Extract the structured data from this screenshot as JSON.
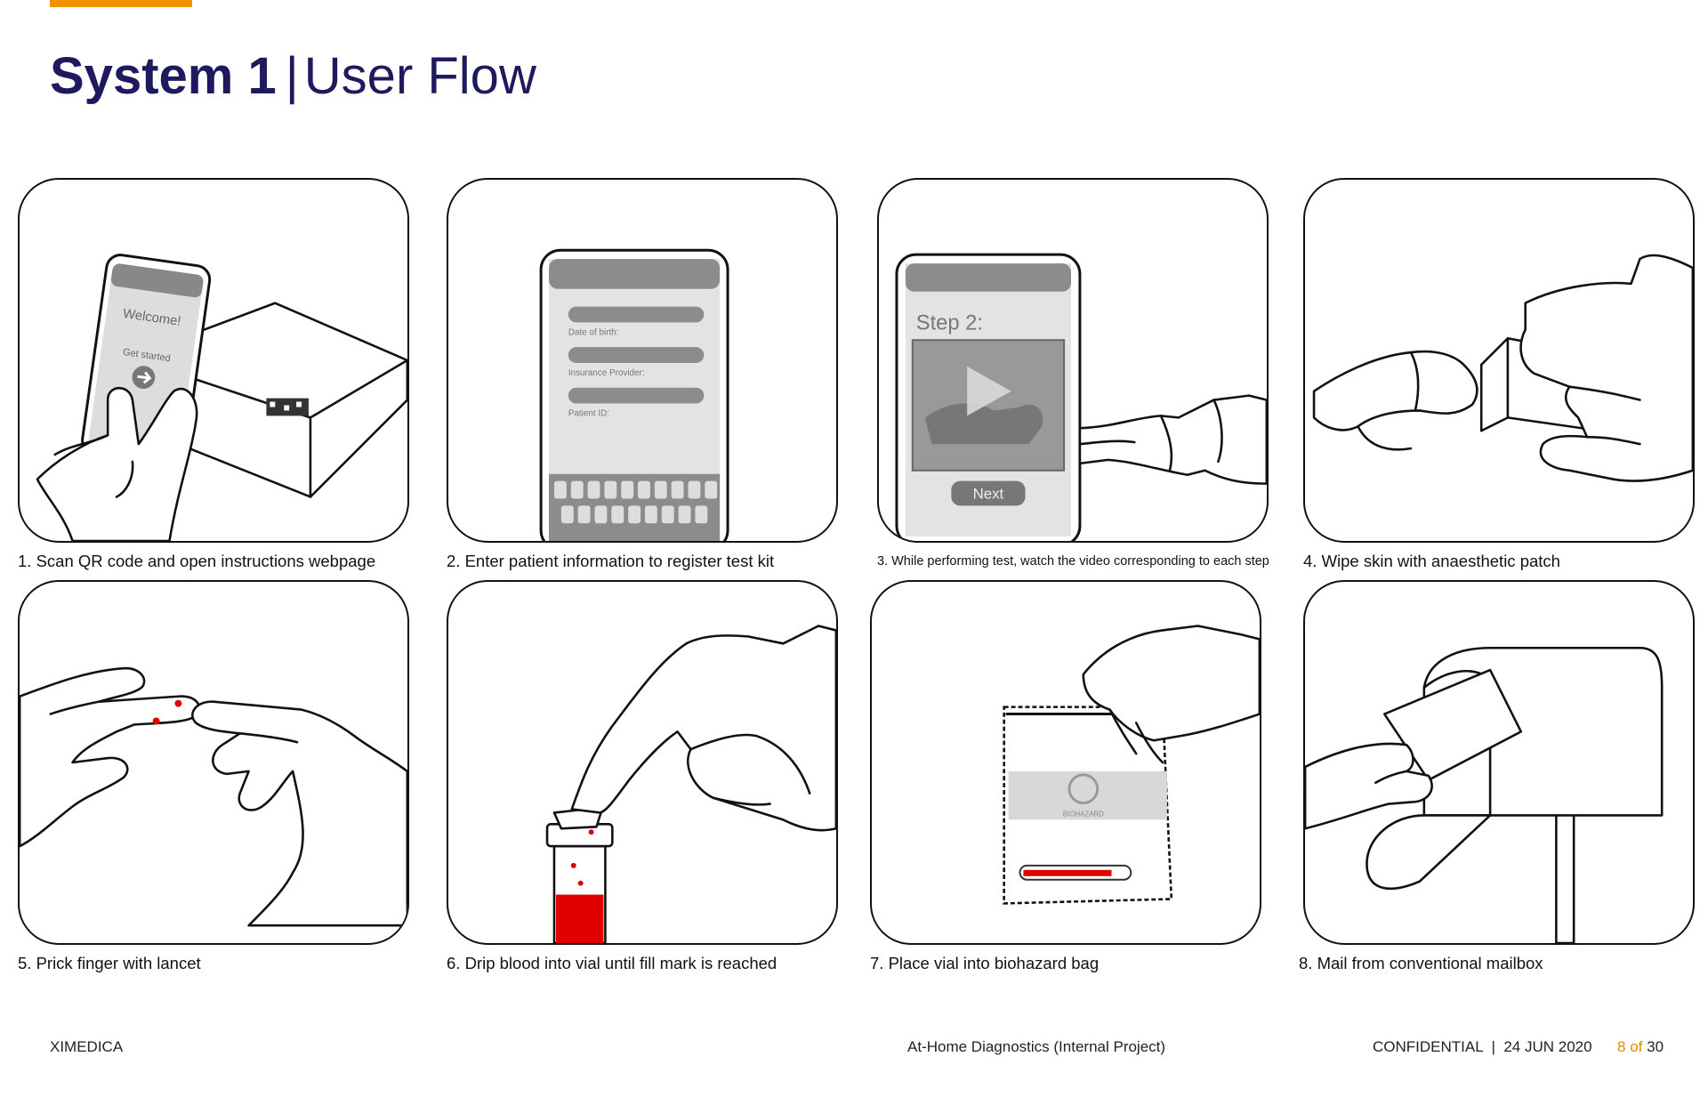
{
  "header": {
    "title_bold": "System 1",
    "title_separator": "|",
    "title_rest": "User Flow"
  },
  "steps": [
    {
      "caption": "1. Scan QR code and open instructions webpage",
      "phone_title": "Welcome!",
      "phone_sub": "Get started"
    },
    {
      "caption": "2. Enter patient information to register test kit",
      "fields": [
        "Date of birth:",
        "Insurance Provider:",
        "Patient ID:"
      ]
    },
    {
      "caption": "3. While performing test, watch the video corresponding to each step",
      "phone_title": "Step 2:",
      "button": "Next"
    },
    {
      "caption": "4. Wipe skin with anaesthetic patch"
    },
    {
      "caption": "5. Prick finger with lancet"
    },
    {
      "caption": "6. Drip blood into vial until fill mark is reached"
    },
    {
      "caption": "7. Place vial into biohazard bag",
      "bag_label": "BIOHAZARD"
    },
    {
      "caption": "8. Mail from conventional mailbox"
    }
  ],
  "footer": {
    "company": "XIMEDICA",
    "project": "At-Home Diagnostics (Internal Project)",
    "confidential": "CONFIDENTIAL  |  24 JUN 2020",
    "page_current": "8",
    "page_of": "of",
    "page_total": "30"
  },
  "colors": {
    "accent": "#f39200",
    "title": "#1f1a5e",
    "blood": "#e00000"
  }
}
